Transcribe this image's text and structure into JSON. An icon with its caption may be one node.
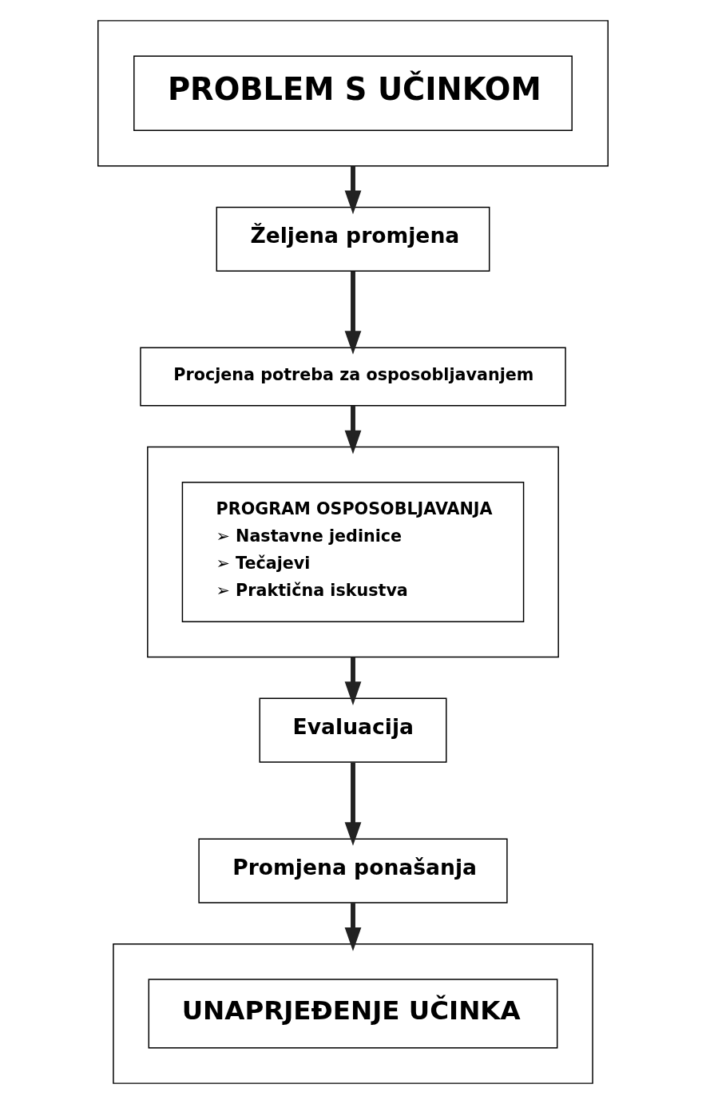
{
  "diagram": {
    "nodes": [
      {
        "text": [],
        "shape": "box"
      },
      {
        "text": [
          "PROBLEM S UČINKOM"
        ],
        "in": 0
      },
      {
        "text": [
          "Željena promjena"
        ]
      },
      {
        "text": [
          "Procjena potreba za osposobljavanjem"
        ]
      },
      {
        "text": [],
        "shape": "box"
      },
      {
        "text": [
          "PROGRAM OSPOSOBLJAVANJA",
          "➢ Nastavne jedinice",
          "➢ Tečajevi",
          "➢ Praktična iskustva"
        ],
        "in": 4
      },
      {
        "text": [
          "Evaluacija"
        ]
      },
      {
        "text": [
          "Promjena ponašanja"
        ]
      },
      {
        "text": [],
        "shape": "box"
      },
      {
        "text": [
          "UNAPRJEĐENJE UČINKA"
        ],
        "in": 8
      }
    ],
    "edges": [
      {
        "from": 0,
        "to": 2,
        "arrow": "to"
      },
      {
        "from": 2,
        "to": 3,
        "arrow": "to"
      },
      {
        "from": 3,
        "to": 4,
        "arrow": "to"
      },
      {
        "from": 4,
        "to": 6,
        "arrow": "to"
      },
      {
        "from": 6,
        "to": 7,
        "arrow": "to"
      },
      {
        "from": 7,
        "to": 8,
        "arrow": "to"
      }
    ]
  }
}
